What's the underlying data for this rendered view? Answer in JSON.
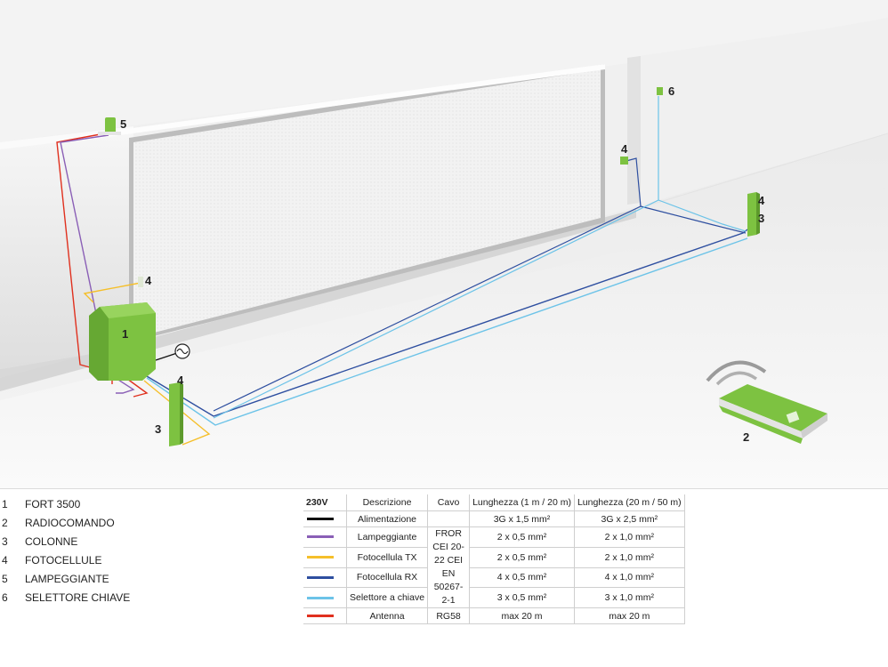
{
  "colors": {
    "device_green": "#7dc241",
    "alimentazione": "#111111",
    "lampeggiante": "#8a5fb6",
    "fotocellula_tx": "#f5bf2a",
    "fotocellula_rx": "#2e4fa0",
    "selettore": "#6cc3e8",
    "antenna": "#e0301e"
  },
  "callouts": {
    "fort": "1",
    "radio": "2",
    "colonne_left": "3",
    "colonne_right": "3",
    "foto_wall": "4",
    "foto_col_left": "4",
    "foto_col_right": "4",
    "foto_post": "4",
    "lamp": "5",
    "selettore": "6"
  },
  "legend": [
    {
      "num": "1",
      "label": "FORT 3500"
    },
    {
      "num": "2",
      "label": "RADIOCOMANDO"
    },
    {
      "num": "3",
      "label": "COLONNE"
    },
    {
      "num": "4",
      "label": "FOTOCELLULE"
    },
    {
      "num": "5",
      "label": "LAMPEGGIANTE"
    },
    {
      "num": "6",
      "label": "SELETTORE CHIAVE"
    }
  ],
  "table": {
    "header": {
      "voltage": "230V",
      "descrizione": "Descrizione",
      "cavo": "Cavo",
      "len1": "Lunghezza (1 m / 20 m)",
      "len2": "Lunghezza (20 m / 50 m)"
    },
    "rows": [
      {
        "desc": "Alimentazione",
        "len1": "3G x 1,5 mm²",
        "len2": "3G x 2,5 mm²",
        "color": "#111111"
      },
      {
        "desc": "Lampeggiante",
        "len1": "2 x 0,5 mm²",
        "len2": "2 x 1,0 mm²",
        "color": "#8a5fb6"
      },
      {
        "desc": "Fotocellula TX",
        "len1": "2 x 0,5 mm²",
        "len2": "2 x 1,0 mm²",
        "color": "#f5bf2a"
      },
      {
        "desc": "Fotocellula RX",
        "len1": "4 x 0,5 mm²",
        "len2": "4 x 1,0 mm²",
        "color": "#2e4fa0"
      },
      {
        "desc": "Selettore a chiave",
        "len1": "3 x 0,5 mm²",
        "len2": "3 x 1,0 mm²",
        "color": "#6cc3e8"
      },
      {
        "desc": "Antenna",
        "len1": "max 20 m",
        "len2": "max 20 m",
        "color": "#e0301e"
      }
    ],
    "cavo_merged": "FROR CEI 20-22 CEI EN 50267-2-1",
    "cavo_antenna": "RG58"
  }
}
